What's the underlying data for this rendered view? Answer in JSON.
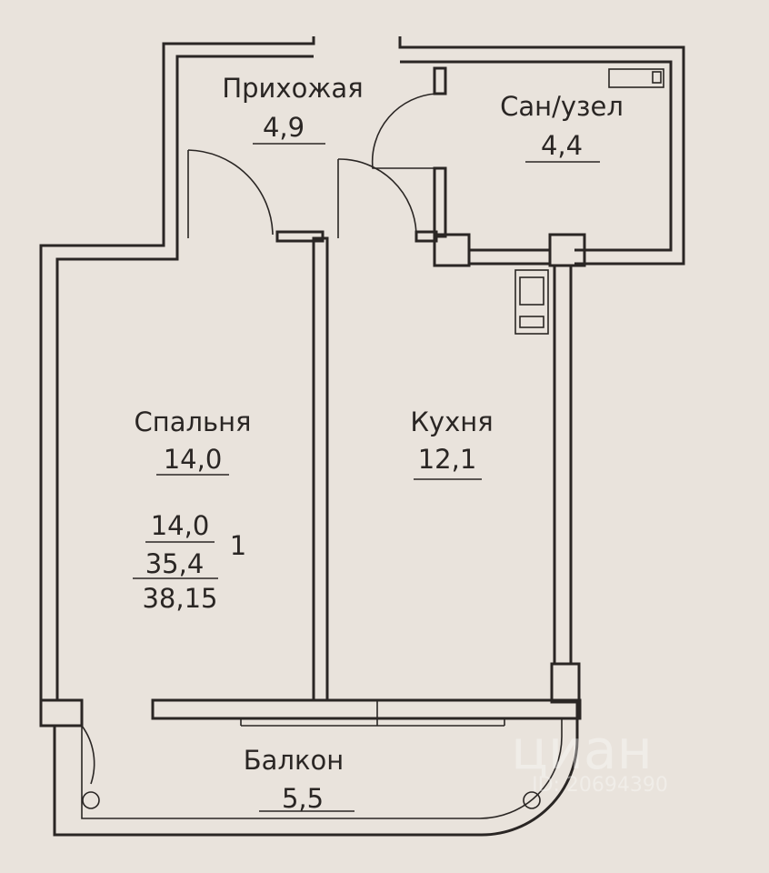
{
  "rooms": {
    "hallway": {
      "name": "Прихожая",
      "area": "4,9"
    },
    "bathroom": {
      "name": "Сан/узел",
      "area": "4,4"
    },
    "bedroom": {
      "name": "Спальня",
      "area": "14,0"
    },
    "kitchen": {
      "name": "Кухня",
      "area": "12,1"
    },
    "balcony": {
      "name": "Балкон",
      "area": "5,5"
    }
  },
  "summary": {
    "living_area": "14,0",
    "total_area": "35,4",
    "total_with_balcony": "38,15",
    "room_count": "1"
  },
  "watermark": {
    "brand": "циан",
    "id": "ID: 20694390"
  }
}
